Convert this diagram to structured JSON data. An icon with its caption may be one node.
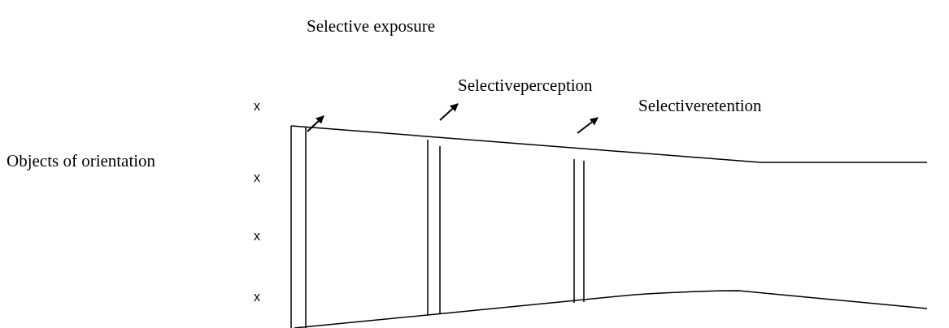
{
  "diagram": {
    "labels": [
      "Selective exposure",
      "Selectiveperception",
      "Selectiveretention",
      "Objects of orientation",
      "x",
      "x",
      "x",
      "x"
    ]
  }
}
